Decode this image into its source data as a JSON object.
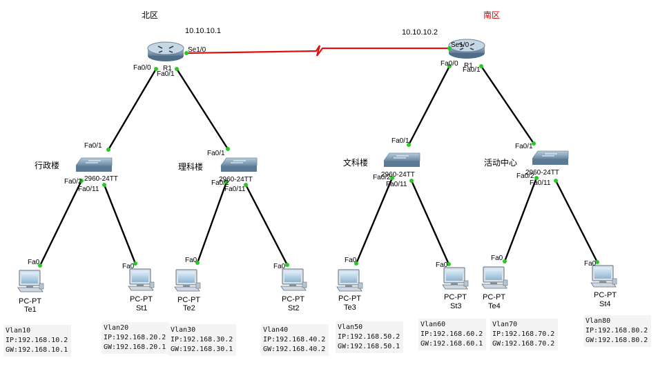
{
  "zones": {
    "north": "北区",
    "south": "南区"
  },
  "wan": {
    "north_ip": "10.10.10.1",
    "south_ip": "10.10.10.2",
    "north_port": "Se1/0",
    "south_port": "Se1/0"
  },
  "routers": {
    "north": {
      "label": "R1",
      "port_left": "Fa0/0",
      "port_right": "Fa0/1"
    },
    "south": {
      "label": "R1",
      "port_left": "Fa0/0",
      "port_right": "Fa0/1"
    }
  },
  "switches": [
    {
      "building": "行政楼",
      "model": "2960-24TT",
      "uplink": "Fa0/1",
      "p1": "Fa0/2",
      "p2": "Fa0/11"
    },
    {
      "building": "理科楼",
      "model": "2960-24TT",
      "uplink": "Fa0/1",
      "p1": "Fa0/2",
      "p2": "Fa0/11"
    },
    {
      "building": "文科楼",
      "model": "2960-24TT",
      "uplink": "Fa0/1",
      "p1": "Fa0/2",
      "p2": "Fa0/11"
    },
    {
      "building": "活动中心",
      "model": "2960-24TT",
      "uplink": "Fa0/1",
      "p1": "Fa0/2",
      "p2": "Fa0/11"
    }
  ],
  "pcs": [
    {
      "type": "PC-PT",
      "name": "Te1",
      "port": "Fa0",
      "vlan": "Vlan10",
      "ip": "IP:192.168.10.2",
      "gw": "GW:192.168.10.1"
    },
    {
      "type": "PC-PT",
      "name": "St1",
      "port": "Fa0",
      "vlan": "Vlan20",
      "ip": "IP:192.168.20.2",
      "gw": "GW:192.168.20.1"
    },
    {
      "type": "PC-PT",
      "name": "Te2",
      "port": "Fa0",
      "vlan": "Vlan30",
      "ip": "IP:192.168.30.2",
      "gw": "GW:192.168.30.1"
    },
    {
      "type": "PC-PT",
      "name": "St2",
      "port": "Fa0",
      "vlan": "Vlan40",
      "ip": "IP:192.168.40.2",
      "gw": "GW:192.168.40.2"
    },
    {
      "type": "PC-PT",
      "name": "Te3",
      "port": "Fa0",
      "vlan": "Vlan50",
      "ip": "IP:192.168.50.2",
      "gw": "GW:192.168.50.1"
    },
    {
      "type": "PC-PT",
      "name": "St3",
      "port": "Fa0",
      "vlan": "Vlan60",
      "ip": "IP:192.168.60.2",
      "gw": "GW:192.168.60.1"
    },
    {
      "type": "PC-PT",
      "name": "Te4",
      "port": "Fa0",
      "vlan": "Vlan70",
      "ip": "IP:192.168.70.2",
      "gw": "GW:192.168.70.2"
    },
    {
      "type": "PC-PT",
      "name": "St4",
      "port": "Fa0",
      "vlan": "Vlan80",
      "ip": "IP:192.168.80.2",
      "gw": "GW:192.168.80.2"
    }
  ],
  "colors": {
    "serial_link": "#e01010",
    "ethernet_link": "#000000",
    "port_ok": "#22cc22",
    "south_label": "#cc0000"
  }
}
